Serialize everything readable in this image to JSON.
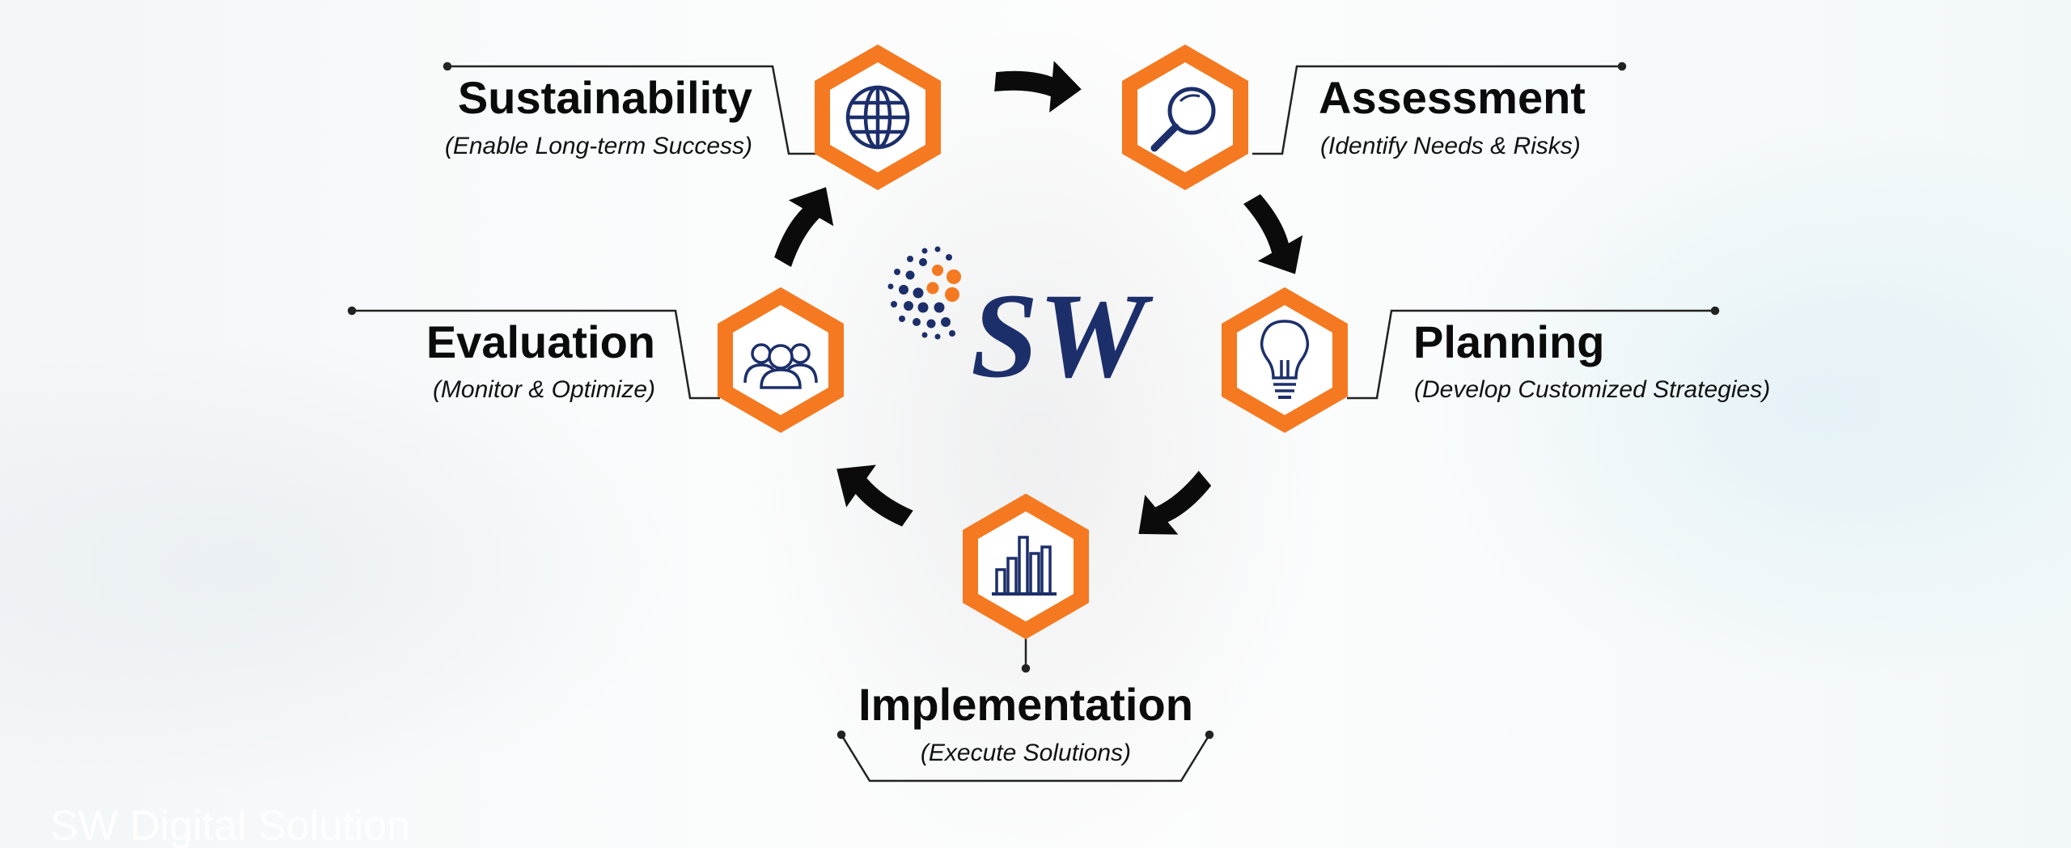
{
  "colors": {
    "hex_orange": "#f47920",
    "icon_navy": "#1c2f6b",
    "arrow": "#0b0b0b",
    "connector": "#222222"
  },
  "logo": {
    "text": "SW"
  },
  "watermark": "SW Digital Solution",
  "stages": [
    {
      "id": "assessment",
      "title": "Assessment",
      "subtitle": "(Identify Needs & Risks)",
      "icon": "magnifier-icon"
    },
    {
      "id": "planning",
      "title": "Planning",
      "subtitle": "(Develop Customized Strategies)",
      "icon": "lightbulb-icon"
    },
    {
      "id": "implementation",
      "title": "Implementation",
      "subtitle": "(Execute Solutions)",
      "icon": "bar-chart-icon"
    },
    {
      "id": "evaluation",
      "title": "Evaluation",
      "subtitle": "(Monitor & Optimize)",
      "icon": "team-icon"
    },
    {
      "id": "sustainability",
      "title": "Sustainability",
      "subtitle": "(Enable Long-term Success)",
      "icon": "globe-icon"
    }
  ]
}
